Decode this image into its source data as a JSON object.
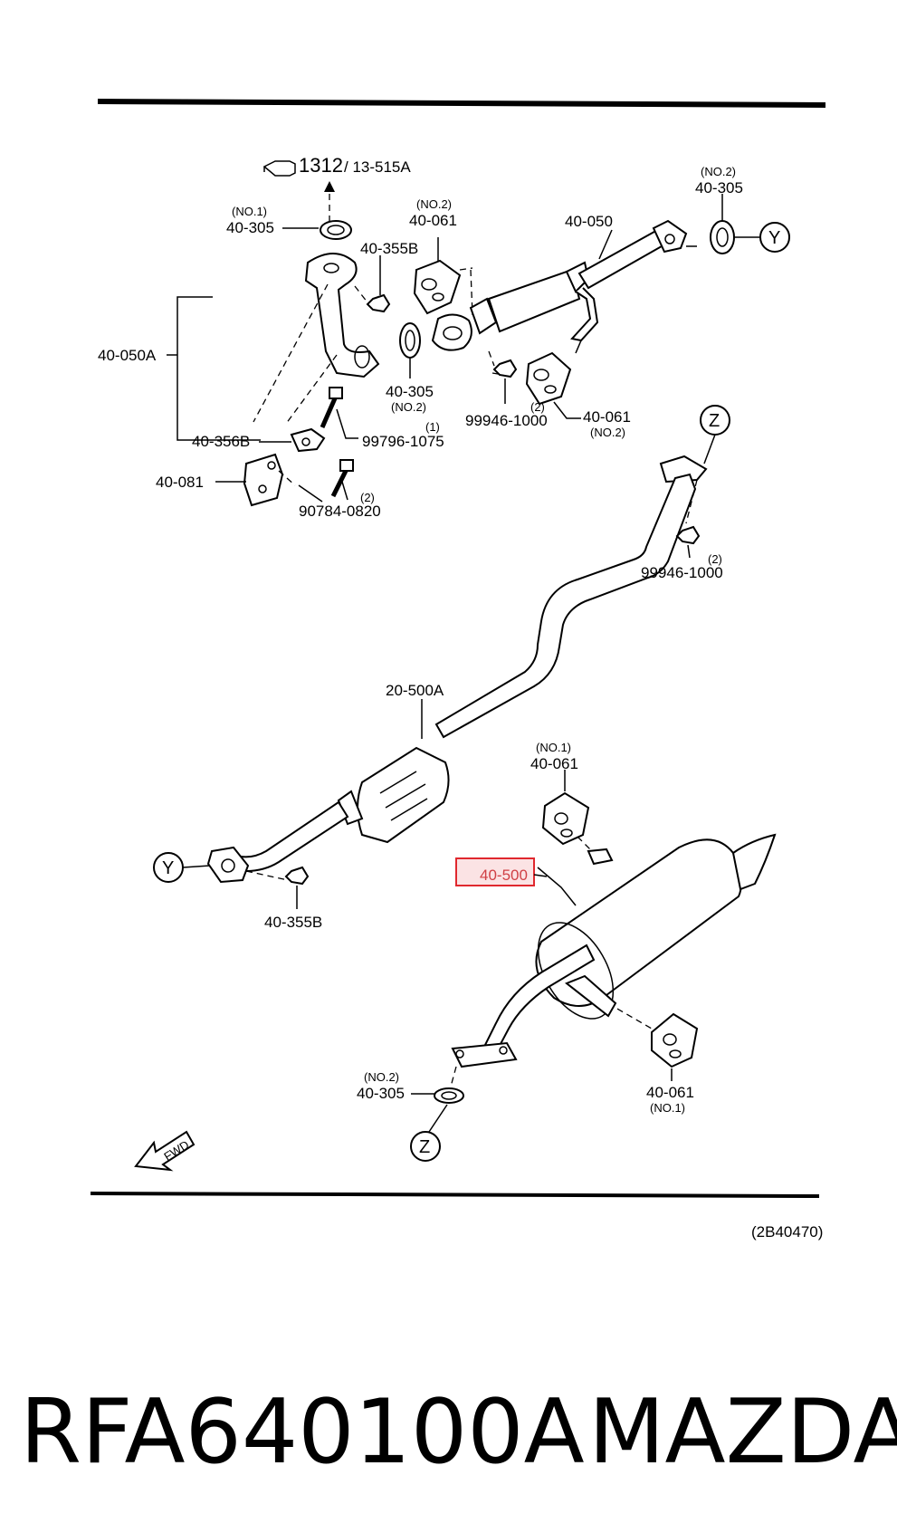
{
  "header_ref": {
    "main": "1312",
    "sub": "/ 13-515A"
  },
  "labels": {
    "p40_305_no1": {
      "qual": "(NO.1)",
      "code": "40-305"
    },
    "p40_061_no2_top": {
      "qual": "(NO.2)",
      "code": "40-061"
    },
    "p40_050": "40-050",
    "p40_305_no2_top": {
      "qual": "(NO.2)",
      "code": "40-305"
    },
    "p40_355b_top": "40-355B",
    "p40_050a": "40-050A",
    "p40_305_mid": {
      "code": "40-305",
      "qual": "(NO.2)"
    },
    "p99946_top": {
      "qty": "(2)",
      "code": "99946-1000"
    },
    "p40_061_no2_mid": {
      "code": "40-061",
      "qual": "(NO.2)"
    },
    "p40_356b": "40-356B",
    "p99796": {
      "qty": "(1)",
      "code": "99796-1075"
    },
    "p40_081": "40-081",
    "p90784": {
      "qty": "(2)",
      "code": "90784-0820"
    },
    "p99946_mid": {
      "qty": "(2)",
      "code": "99946-1000"
    },
    "p20_500a": "20-500A",
    "p40_061_no1_top": {
      "qual": "(NO.1)",
      "code": "40-061"
    },
    "p40_500": "40-500",
    "p40_355b_bot": "40-355B",
    "p40_305_no2_bot": {
      "qual": "(NO.2)",
      "code": "40-305"
    },
    "p40_061_no1_bot": {
      "code": "40-061",
      "qual": "(NO.1)"
    }
  },
  "connectors": {
    "y": "Y",
    "z": "Z"
  },
  "fwd": "FWD",
  "figure_code": "(2B40470)",
  "footer": {
    "part_number": "RFA640100A",
    "brand": "MAZDA"
  },
  "colors": {
    "highlight_border": "#e0282e",
    "highlight_fill": "#fbe3e4",
    "ink": "#000000"
  }
}
